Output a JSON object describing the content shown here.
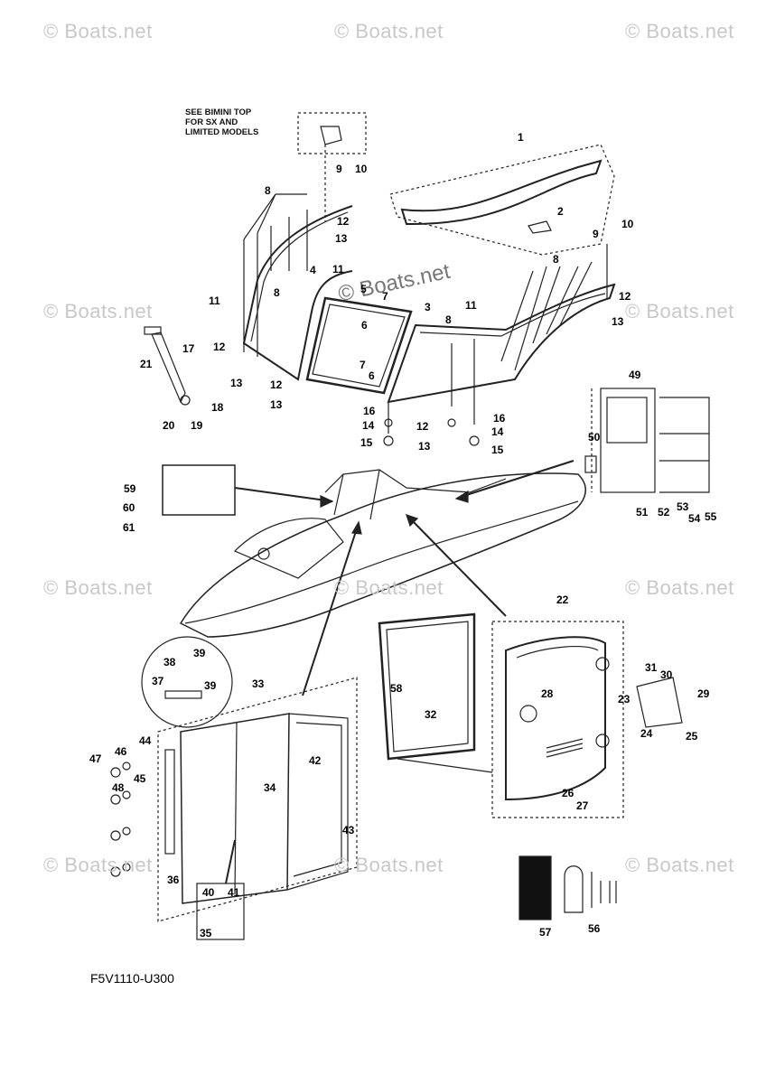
{
  "watermark_text": "© Boats.net",
  "center_watermark": "© Boats.net",
  "note_text": "SEE BIMINI TOP\nFOR SX AND\nLIMITED MODELS",
  "part_number": "F5V1110-U300",
  "callouts": [
    "1",
    "2",
    "3",
    "4",
    "5",
    "6",
    "7",
    "8",
    "9",
    "10",
    "11",
    "12",
    "13",
    "14",
    "15",
    "16",
    "17",
    "18",
    "19",
    "20",
    "21",
    "22",
    "23",
    "24",
    "25",
    "26",
    "27",
    "28",
    "29",
    "30",
    "31",
    "32",
    "33",
    "34",
    "35",
    "36",
    "37",
    "38",
    "39",
    "40",
    "41",
    "42",
    "43",
    "44",
    "45",
    "46",
    "47",
    "48",
    "49",
    "50",
    "51",
    "52",
    "53",
    "54",
    "55",
    "56",
    "57",
    "58",
    "59",
    "60",
    "61"
  ]
}
